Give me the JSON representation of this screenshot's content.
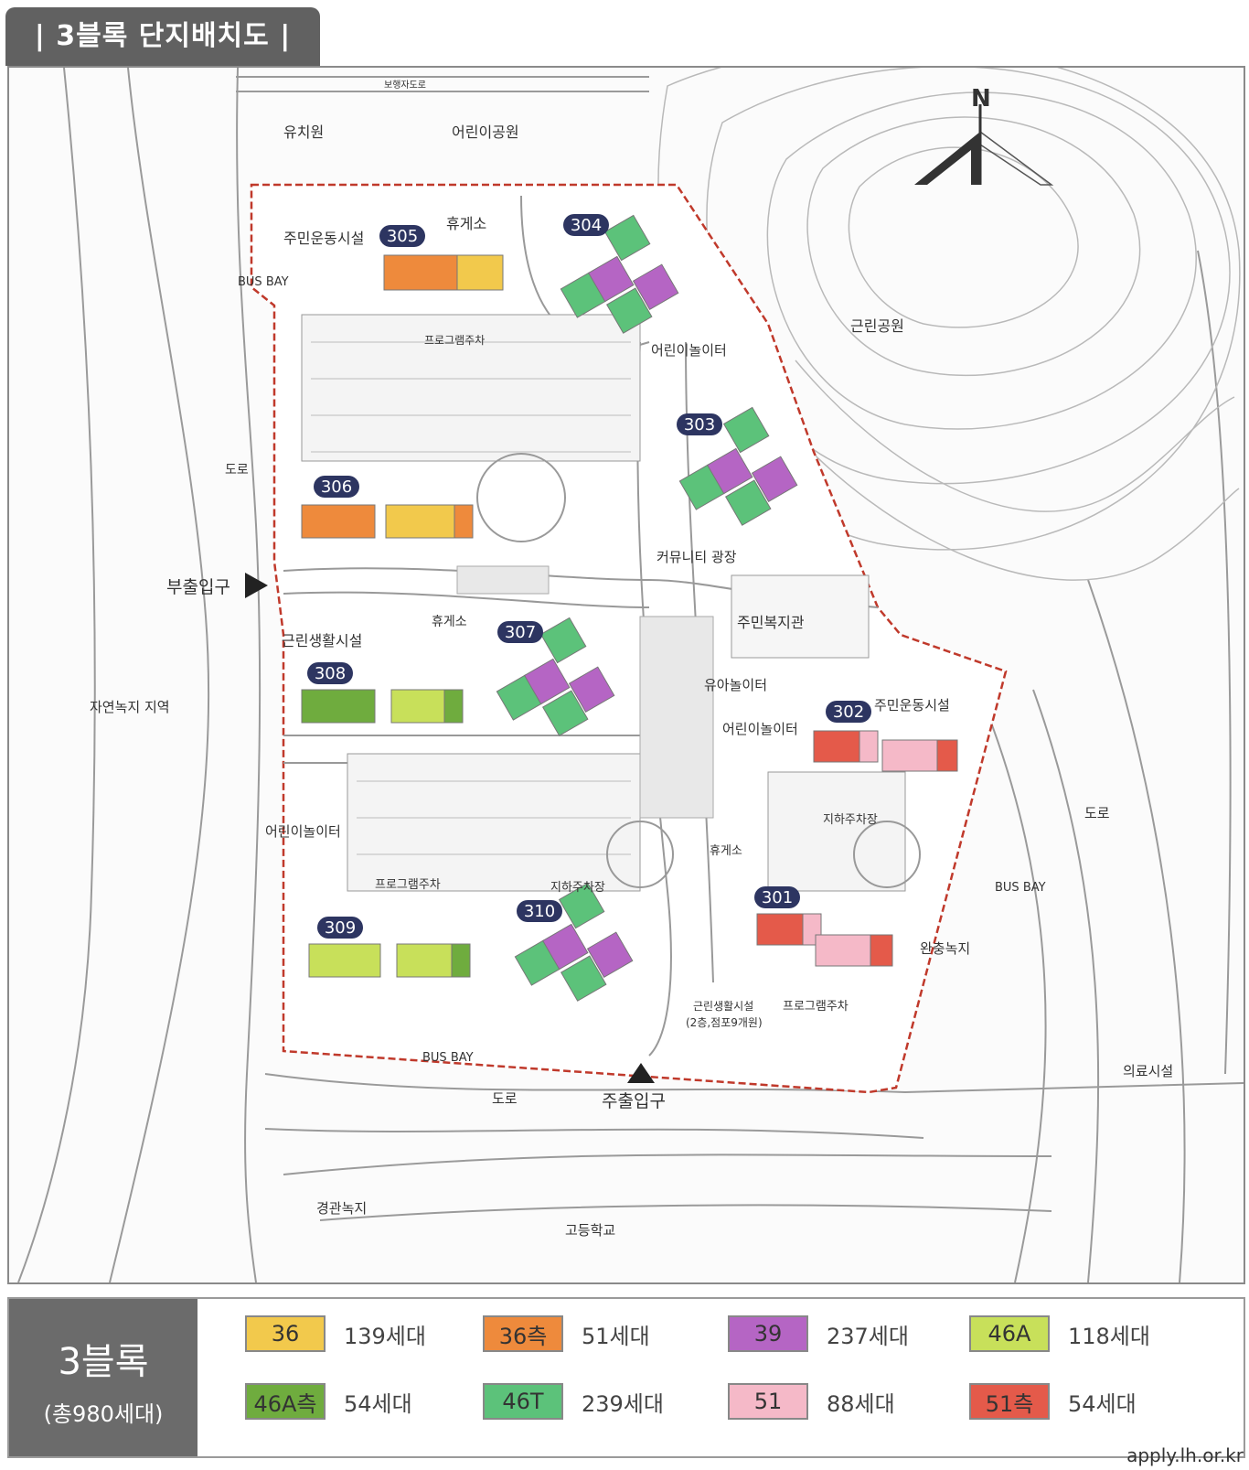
{
  "title": "| 3블록 단지배치도 |",
  "map": {
    "road_top": "보행자도로",
    "kindergarten": "유치원",
    "childrens_park": "어린이공원",
    "neighborhood_park": "근린공원",
    "north": "N",
    "bus_bay_left": "BUS BAY",
    "road_left": "도로",
    "sub_entrance": "부출입구",
    "natural_green": "자연녹지 지역",
    "resident_sports_1": "주민운동시설",
    "rest_area_1": "휴게소",
    "program_parking_1": "프로그램주차",
    "playground_1": "어린이놀이터",
    "community_plaza": "커뮤니티 광장",
    "welfare_center": "주민복지관",
    "neighborhood_facility_1": "근린생활시설",
    "rest_area_2": "휴게소",
    "infant_playground": "유아놀이터",
    "resident_sports_2": "주민운동시설",
    "playground_2": "어린이놀이터",
    "playground_3": "어린이놀이터",
    "program_parking_2": "프로그램주차",
    "underground_parking_1": "지하주차장",
    "underground_parking_2": "지하주차장",
    "rest_area_3": "휴게소",
    "road_right": "도로",
    "bus_bay_right": "BUS BAY",
    "buffer_green": "완충녹지",
    "program_parking_3": "프로그램주차",
    "neighborhood_facility_2": "근린생활시설",
    "neighborhood_facility_2_note": "(2층,점포9개원)",
    "bus_bay_bottom": "BUS BAY",
    "road_bottom": "도로",
    "main_entrance": "주출입구",
    "medical": "의료시설",
    "landscape_green": "경관녹지",
    "high_school": "고등학교",
    "buildings": [
      "301",
      "302",
      "303",
      "304",
      "305",
      "306",
      "307",
      "308",
      "309",
      "310"
    ],
    "colors": {
      "36": "#f2c94c",
      "36s": "#ee8a3c",
      "39": "#b565c4",
      "46A": "#c8e05a",
      "46As": "#6fac3e",
      "46T": "#5cc27a",
      "51": "#f5b9c8",
      "51s": "#e45a4a",
      "boundary": "#c0392b",
      "badge": "#2d3561"
    }
  },
  "legend": {
    "block": "3블록",
    "total": "(총980세대)",
    "items": [
      {
        "label": "36",
        "count": "139세대",
        "color": "#f2c94c"
      },
      {
        "label": "36측",
        "count": "51세대",
        "color": "#ee8a3c"
      },
      {
        "label": "39",
        "count": "237세대",
        "color": "#b565c4"
      },
      {
        "label": "46A",
        "count": "118세대",
        "color": "#c8e05a"
      },
      {
        "label": "46A측",
        "count": "54세대",
        "color": "#6fac3e"
      },
      {
        "label": "46T",
        "count": "239세대",
        "color": "#5cc27a"
      },
      {
        "label": "51",
        "count": "88세대",
        "color": "#f5b9c8"
      },
      {
        "label": "51측",
        "count": "54세대",
        "color": "#e45a4a"
      }
    ]
  },
  "footer_url": "apply.lh.or.kr"
}
